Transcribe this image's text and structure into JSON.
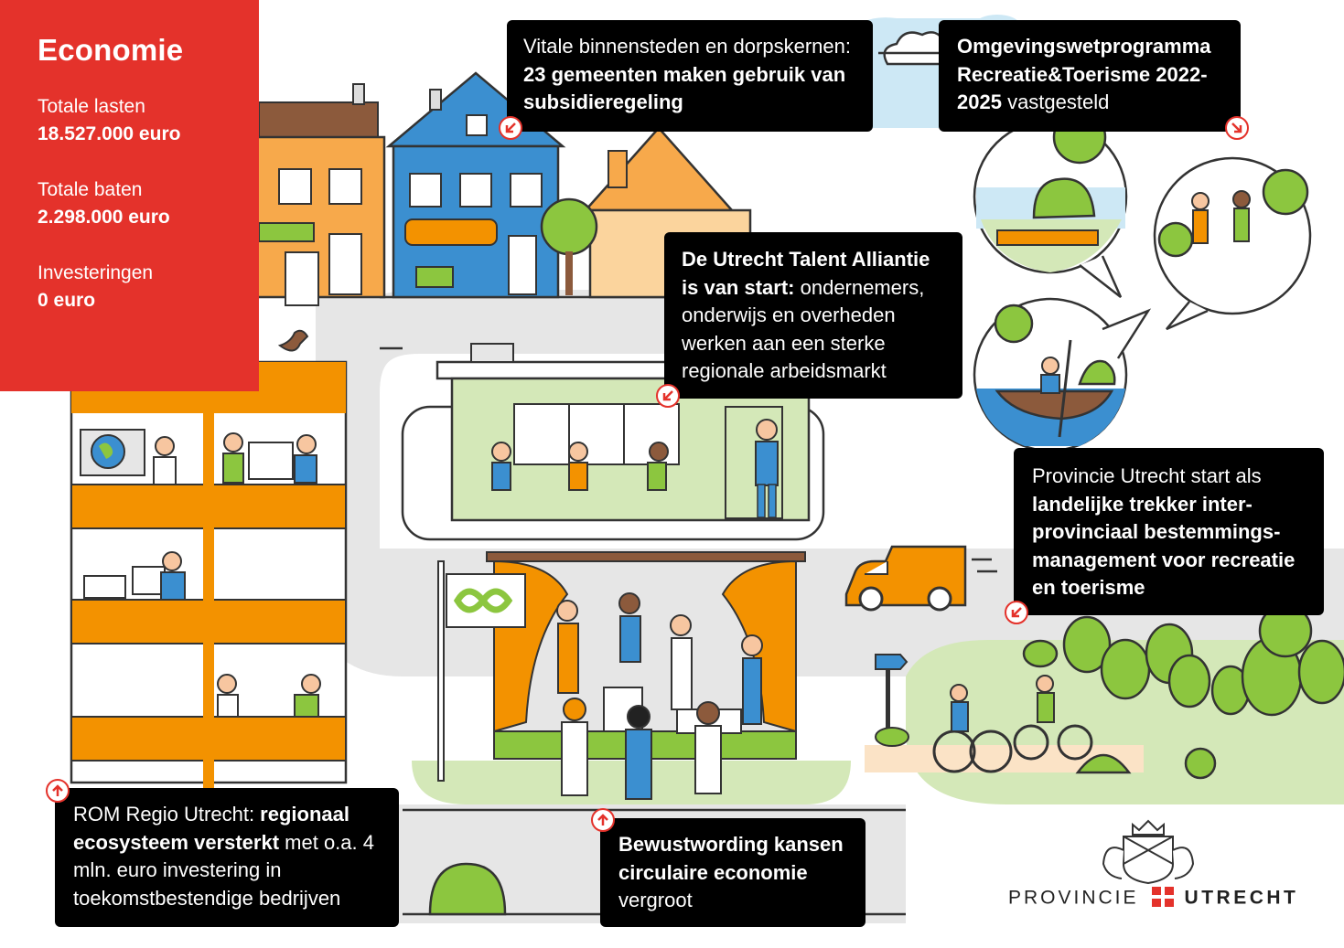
{
  "sidebar": {
    "title": "Economie",
    "lasten_label": "Totale lasten",
    "lasten_value": "18.527.000 euro",
    "baten_label": "Totale baten",
    "baten_value": "2.298.000 euro",
    "investeringen_label": "Investeringen",
    "investeringen_value": "0 euro"
  },
  "callouts": {
    "binnensteden": {
      "normal": "Vitale binnensteden en dorpskernen:",
      "bold": "23 gemeenten maken gebruik van subsidieregeling"
    },
    "omgevingswet": {
      "bold": "Omgevingswetprogramma Recreatie&Toerisme 2022-2025",
      "normal": " vastgesteld"
    },
    "talent": {
      "bold": "De Utrecht Talent Alliantie is van start:",
      "normal": " ondernemers, onderwijs en overheden werken aan een sterke regionale arbeidsmarkt"
    },
    "trekker": {
      "normal": "Provincie Utrecht start als ",
      "bold": "landelijke trekker inter-provinciaal bestemmings-management voor recreatie en toerisme"
    },
    "rom": {
      "normal1": "ROM Regio Utrecht: ",
      "bold": "regionaal ecosysteem versterkt",
      "normal2": " met o.a. 4 mln. euro investering in toekomstbestendige bedrijven"
    },
    "circulair": {
      "bold": "Bewustwording kansen circulaire economie",
      "normal": " vergroot"
    }
  },
  "logo": {
    "word1": "PROVINCIE",
    "word2": "UTRECHT"
  },
  "colors": {
    "red": "#e4322b",
    "orange": "#f39200",
    "green": "#8cc63f",
    "lightgreen": "#d4e8b8",
    "blue": "#3b8fd0",
    "black": "#000000"
  },
  "icons": [
    "arrow-down-left-icon",
    "arrow-up-icon",
    "cloud-icon",
    "bird-icon",
    "infinity-recycle-icon",
    "signpost-icon",
    "coat-of-arms-icon"
  ]
}
